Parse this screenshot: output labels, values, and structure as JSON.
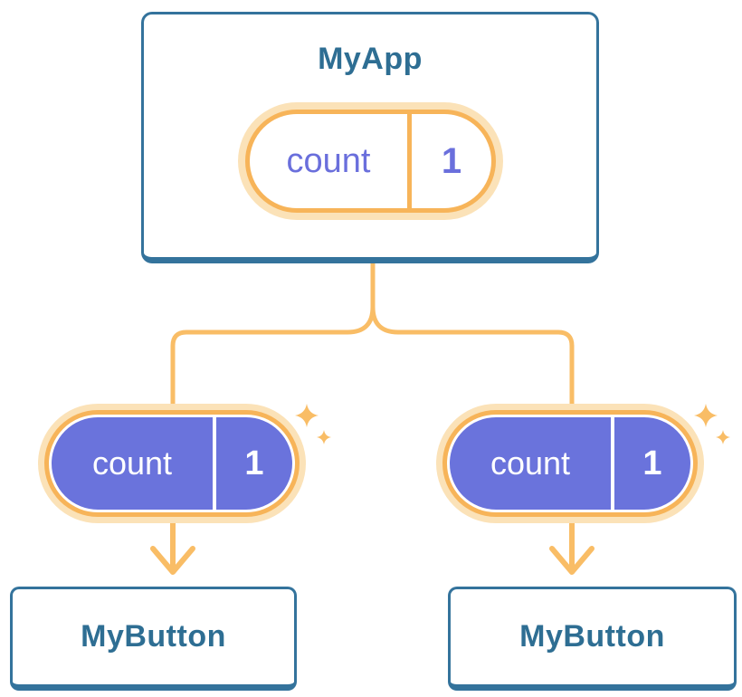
{
  "colors": {
    "background": "#ffffff",
    "blue_border": "#34739C",
    "blue_text": "#2E6E93",
    "orange": "#F7B459",
    "orange_line": "#F9BD66",
    "cream": "#FBE2B8",
    "purple": "#6A73DC",
    "purple_text": "#6A6FDC"
  },
  "diagram": {
    "root": {
      "title": "MyApp",
      "state": {
        "name": "count",
        "value": "1"
      }
    },
    "children": [
      {
        "title": "MyButton",
        "prop": {
          "name": "count",
          "value": "1"
        }
      },
      {
        "title": "MyButton",
        "prop": {
          "name": "count",
          "value": "1"
        }
      }
    ]
  }
}
